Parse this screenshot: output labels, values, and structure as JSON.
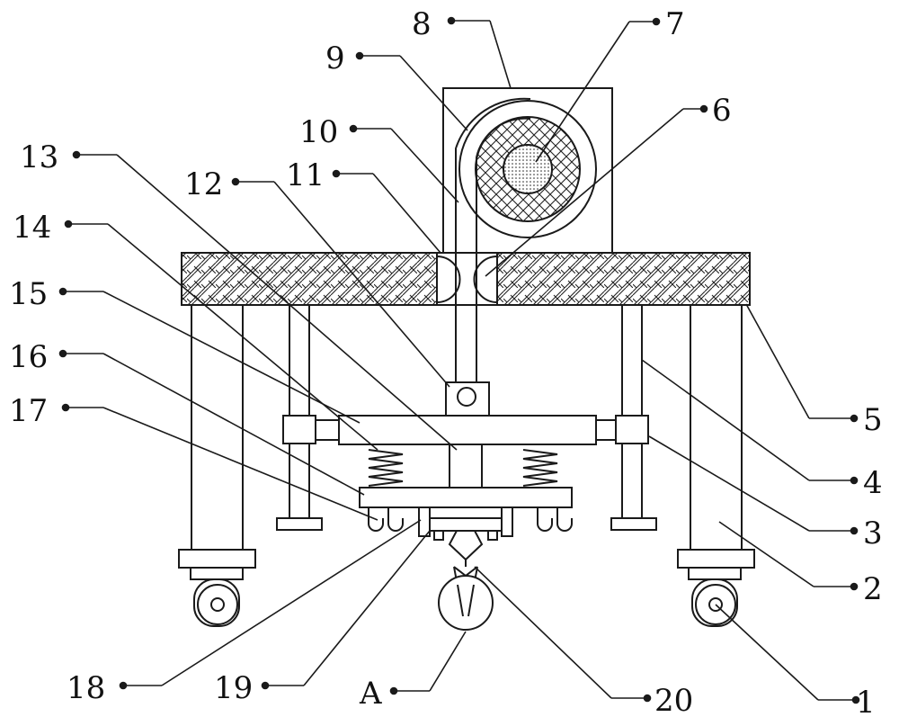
{
  "figure": {
    "description_label": "Mechanical apparatus with numbered part callouts",
    "labels": {
      "l1": "1",
      "l2": "2",
      "l3": "3",
      "l4": "4",
      "l5": "5",
      "l6": "6",
      "l7": "7",
      "l8": "8",
      "l9": "9",
      "l10": "10",
      "l11": "11",
      "l12": "12",
      "l13": "13",
      "l14": "14",
      "l15": "15",
      "l16": "16",
      "l17": "17",
      "l18": "18",
      "l19": "19",
      "l20": "20",
      "lA": "A"
    }
  },
  "colors": {
    "stroke": "#1a1a1a",
    "background": "#ffffff"
  }
}
